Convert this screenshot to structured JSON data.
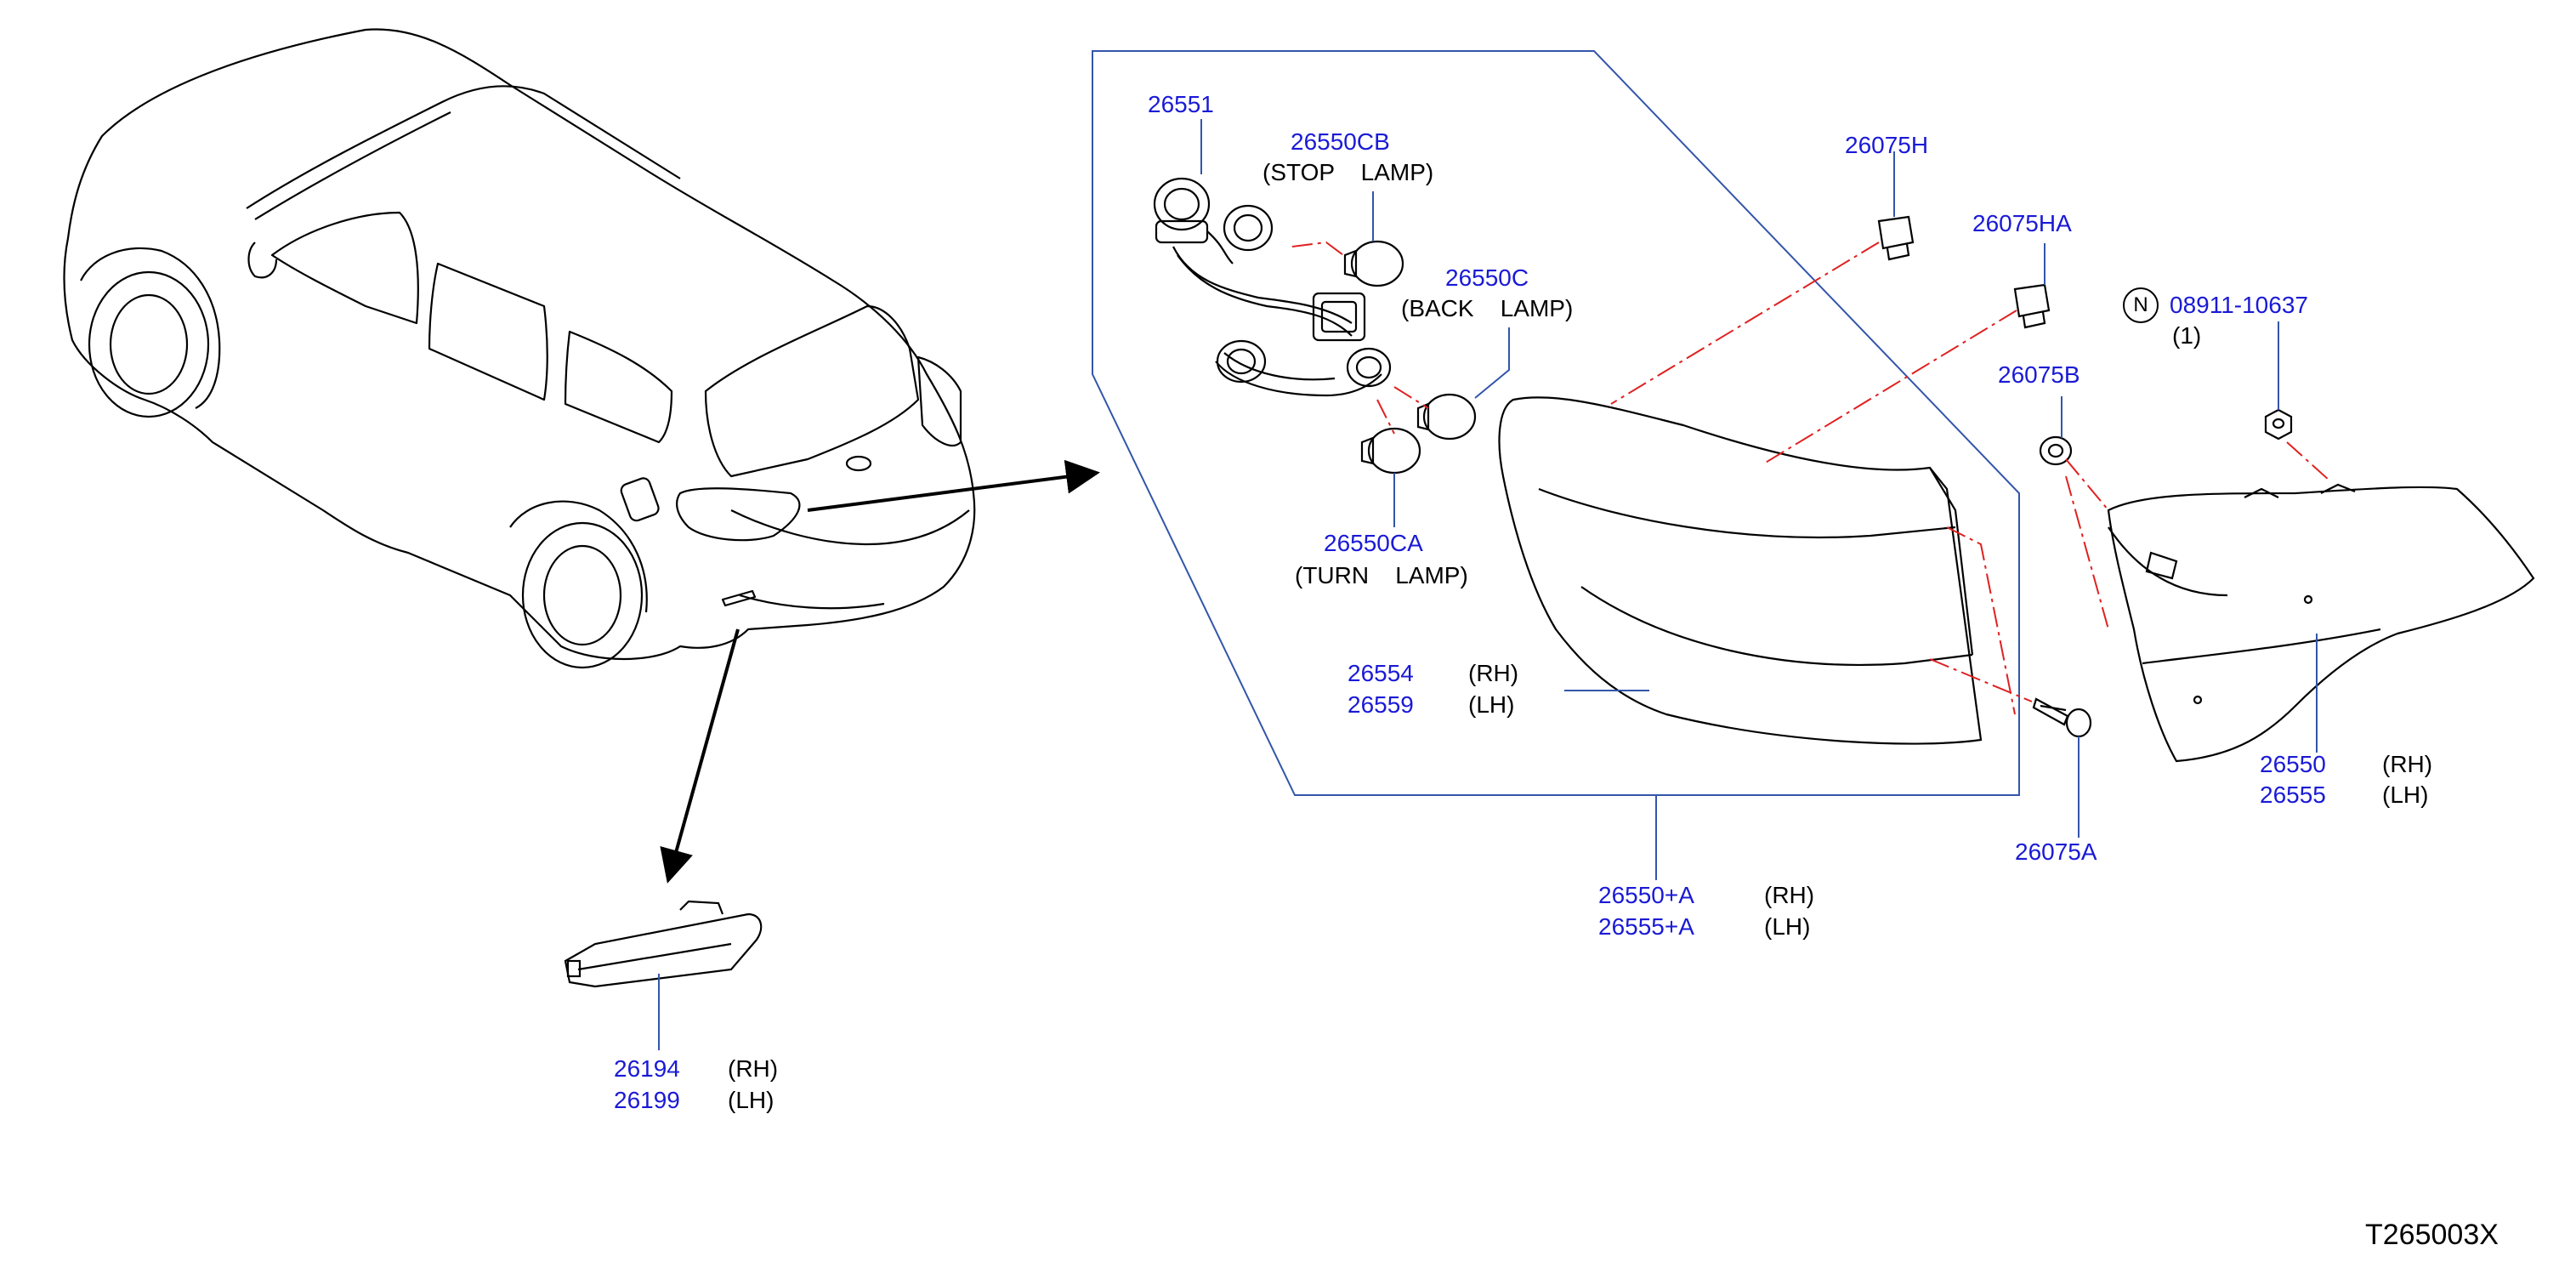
{
  "diagram": {
    "drawing_code": "T265003X",
    "colors": {
      "part_number": "#1a1ad6",
      "leader_line": "#3355aa",
      "dash_line": "#e02020",
      "outline": "#000000"
    },
    "callouts": [
      {
        "id": "c-26551",
        "part_numbers": [
          "26551"
        ],
        "sides": []
      },
      {
        "id": "c-26550CB",
        "part_numbers": [
          "26550CB"
        ],
        "description": "(STOP    LAMP)",
        "sides": []
      },
      {
        "id": "c-26550C",
        "part_numbers": [
          "26550C"
        ],
        "description": "(BACK    LAMP)",
        "sides": []
      },
      {
        "id": "c-26550CA",
        "part_numbers": [
          "26550CA"
        ],
        "description": "(TURN    LAMP)",
        "sides": []
      },
      {
        "id": "c-26554",
        "part_numbers": [
          "26554",
          "26559"
        ],
        "sides": [
          "(RH)",
          "(LH)"
        ]
      },
      {
        "id": "c-26550A",
        "part_numbers": [
          "26550+A",
          "26555+A"
        ],
        "sides": [
          "(RH)",
          "(LH)"
        ]
      },
      {
        "id": "c-26075H",
        "part_numbers": [
          "26075H"
        ],
        "sides": []
      },
      {
        "id": "c-26075HA",
        "part_numbers": [
          "26075HA"
        ],
        "sides": []
      },
      {
        "id": "c-26075B",
        "part_numbers": [
          "26075B"
        ],
        "sides": []
      },
      {
        "id": "c-26075A",
        "part_numbers": [
          "26075A"
        ],
        "sides": []
      },
      {
        "id": "c-08911",
        "part_numbers": [
          "08911-10637"
        ],
        "quantity": "(1)",
        "marker": "N",
        "sides": []
      },
      {
        "id": "c-26550",
        "part_numbers": [
          "26550",
          "26555"
        ],
        "sides": [
          "(RH)",
          "(LH)"
        ]
      },
      {
        "id": "c-26194",
        "part_numbers": [
          "26194",
          "26199"
        ],
        "sides": [
          "(RH)",
          "(LH)"
        ]
      }
    ]
  }
}
